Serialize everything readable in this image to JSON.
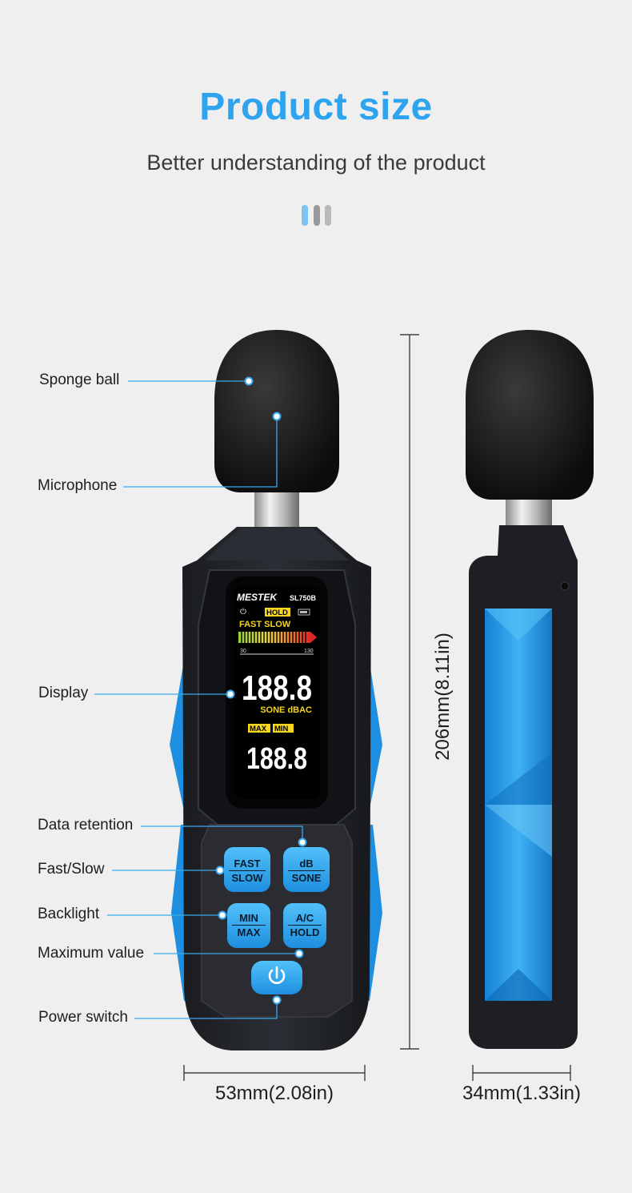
{
  "header": {
    "title": "Product size",
    "subtitle": "Better understanding of the product"
  },
  "colors": {
    "accent": "#2ea3ee",
    "body_blue": "#1e9be8",
    "device_black": "#1b1d22"
  },
  "device": {
    "brand": "MESTEK",
    "model": "SL750B",
    "screen": {
      "hold": "HOLD",
      "fast_slow": "FAST SLOW",
      "scale_min": "30",
      "scale_max": "130",
      "main_reading": "188.8",
      "units": "SONE dBAC",
      "max_label": "MAX",
      "min_label": "MIN",
      "sub_reading": "188.8"
    },
    "buttons": {
      "fast_slow": {
        "top": "FAST",
        "bottom": "SLOW"
      },
      "db_sone": {
        "top": "dB",
        "bottom": "SONE"
      },
      "min_max": {
        "top": "MIN",
        "bottom": "MAX"
      },
      "ac_hold": {
        "top": "A/C",
        "bottom": "HOLD"
      }
    }
  },
  "callouts": {
    "sponge_ball": "Sponge ball",
    "microphone": "Microphone",
    "display": "Display",
    "data_retention": "Data retention",
    "fast_slow": "Fast/Slow",
    "backlight": "Backlight",
    "maximum_value": "Maximum value",
    "power_switch": "Power switch"
  },
  "dimensions": {
    "height": "206mm(8.11in)",
    "width": "53mm(2.08in)",
    "depth": "34mm(1.33in)"
  }
}
